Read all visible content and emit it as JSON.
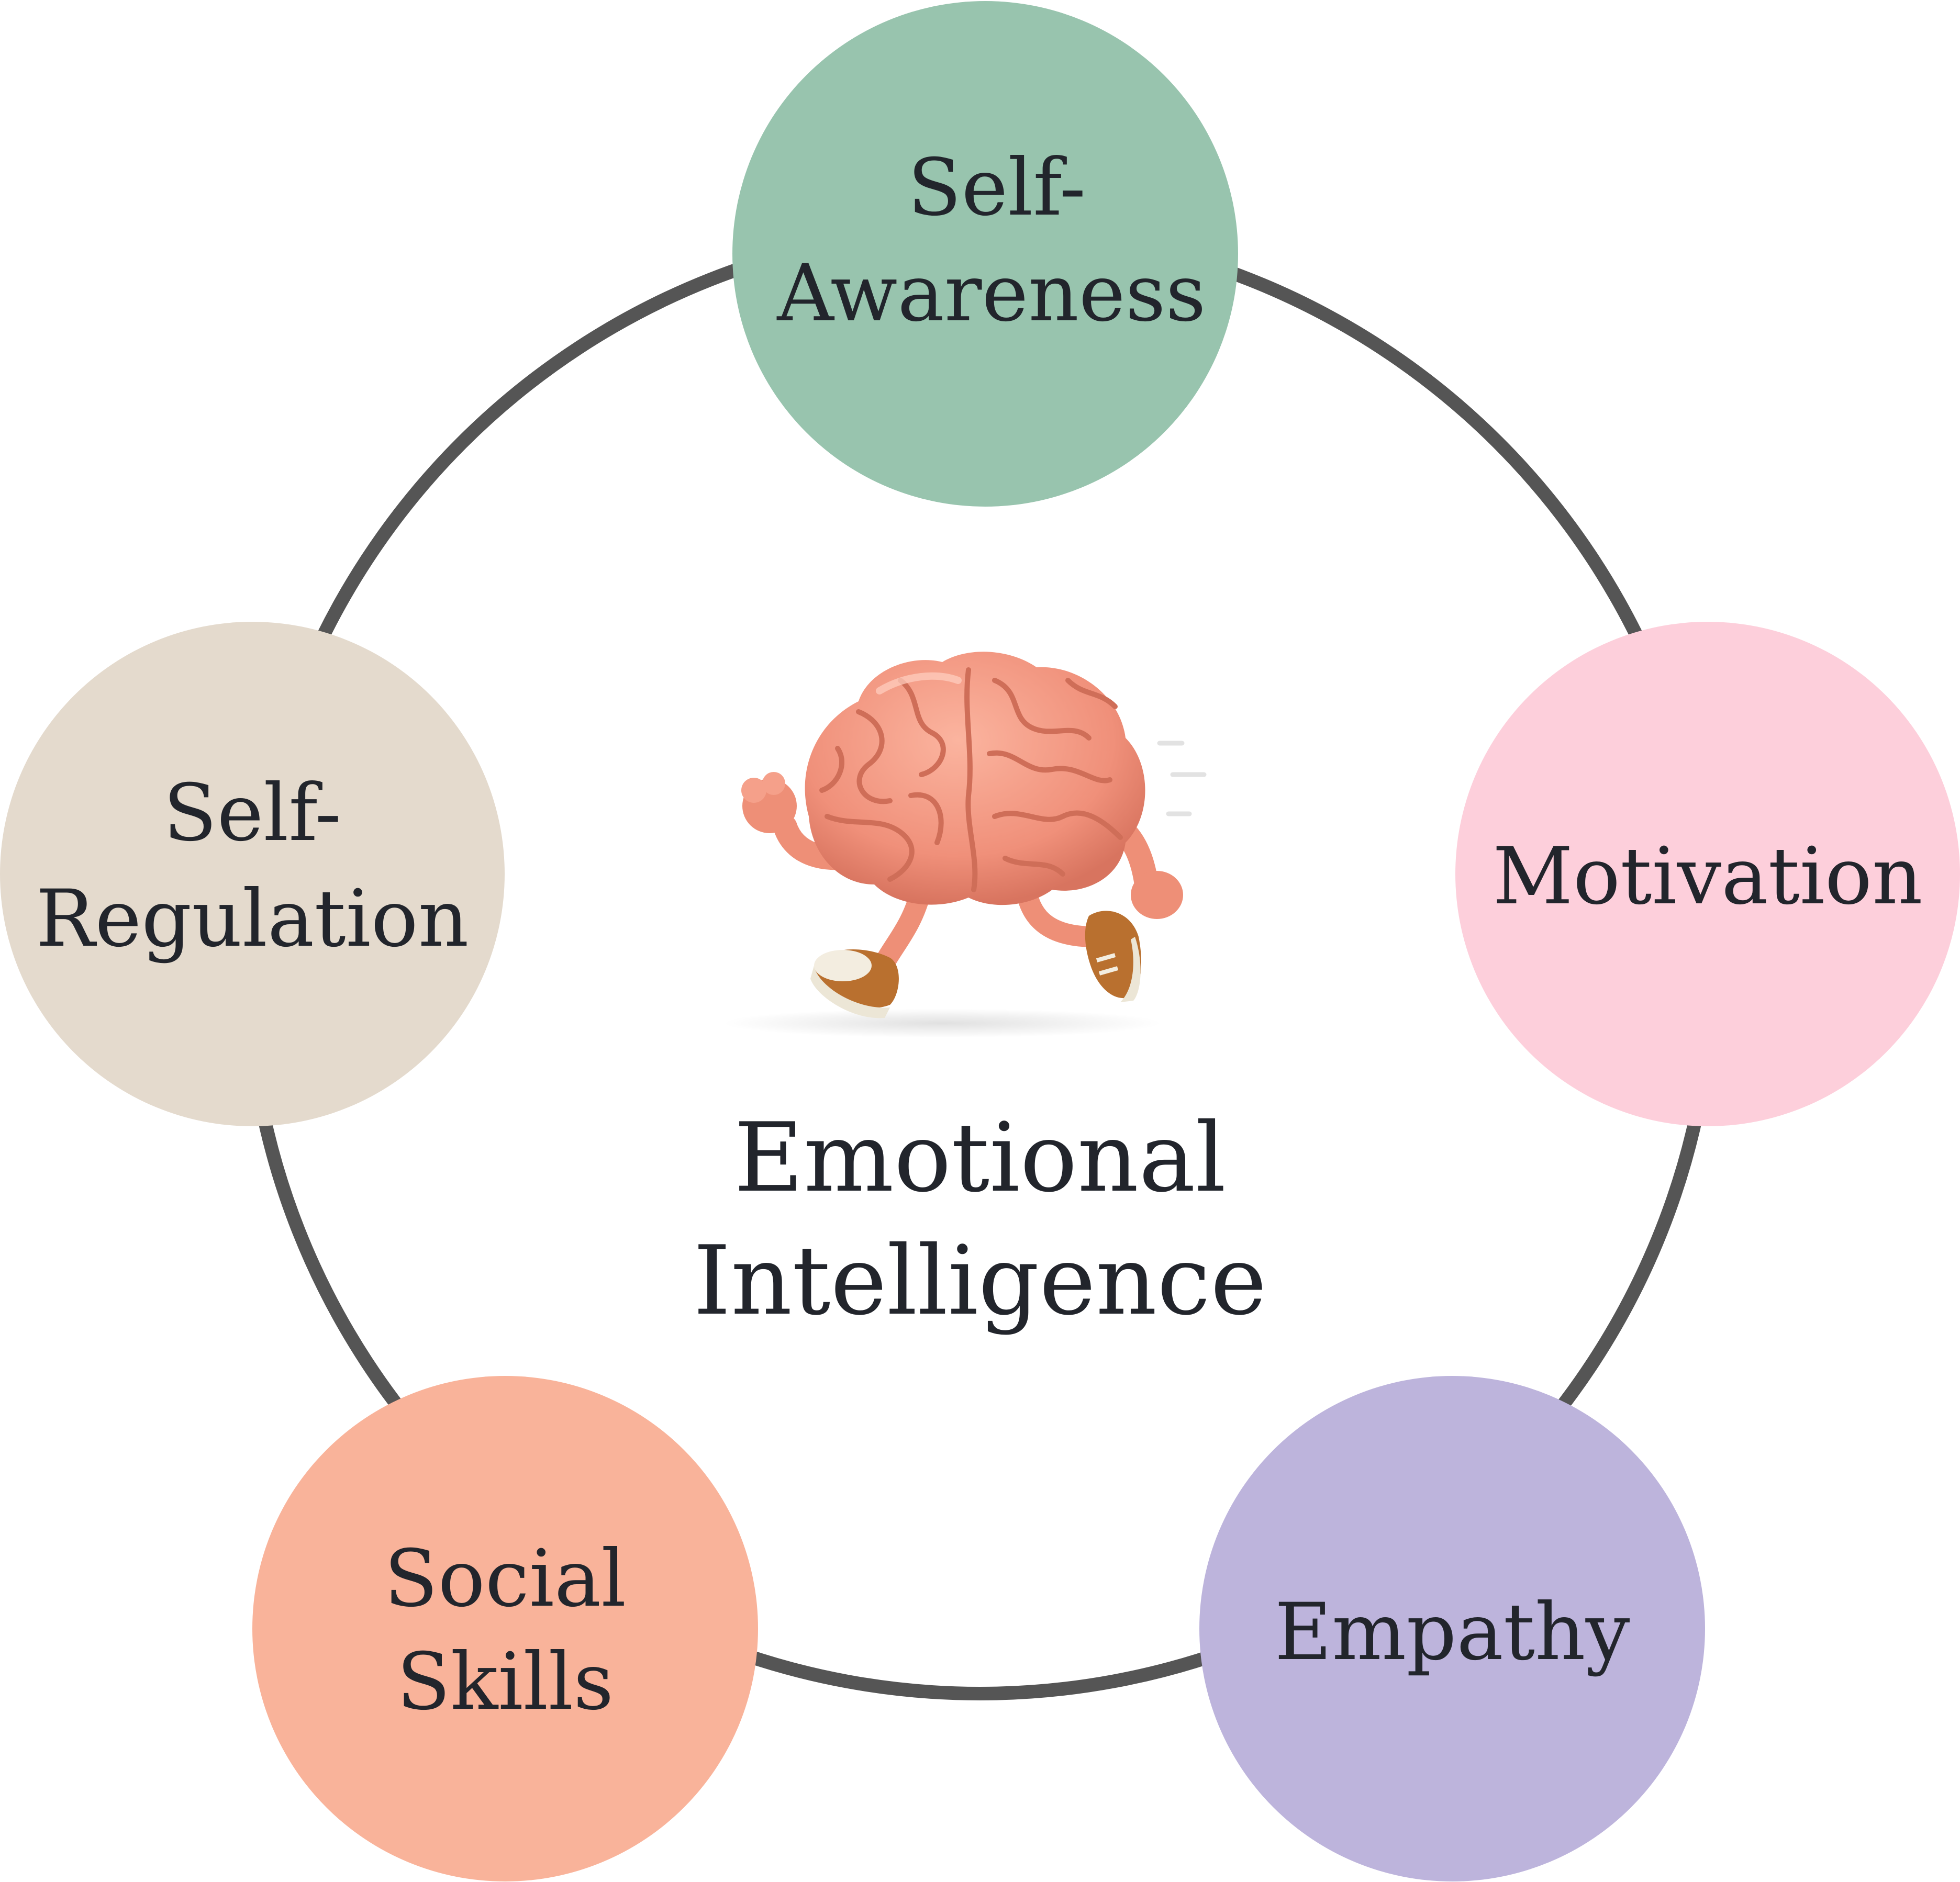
{
  "diagram": {
    "center": {
      "line1": "Emotional",
      "line2": "Intelligence",
      "illustration_icon": "running-brain-icon"
    },
    "ring_color": "#555555",
    "nodes": [
      {
        "id": "self-awareness",
        "line1": "Self-",
        "line2": "Awareness",
        "color": "#98c4ae"
      },
      {
        "id": "motivation",
        "line1": "Motivation",
        "line2": "",
        "color": "#fdcfdb"
      },
      {
        "id": "empathy",
        "line1": "Empathy",
        "line2": "",
        "color": "#bdb4dc"
      },
      {
        "id": "social-skills",
        "line1": "Social",
        "line2": "Skills",
        "color": "#f9b39a"
      },
      {
        "id": "self-regulation",
        "line1": "Self-",
        "line2": "Regulation",
        "color": "#e4dacd"
      }
    ]
  }
}
